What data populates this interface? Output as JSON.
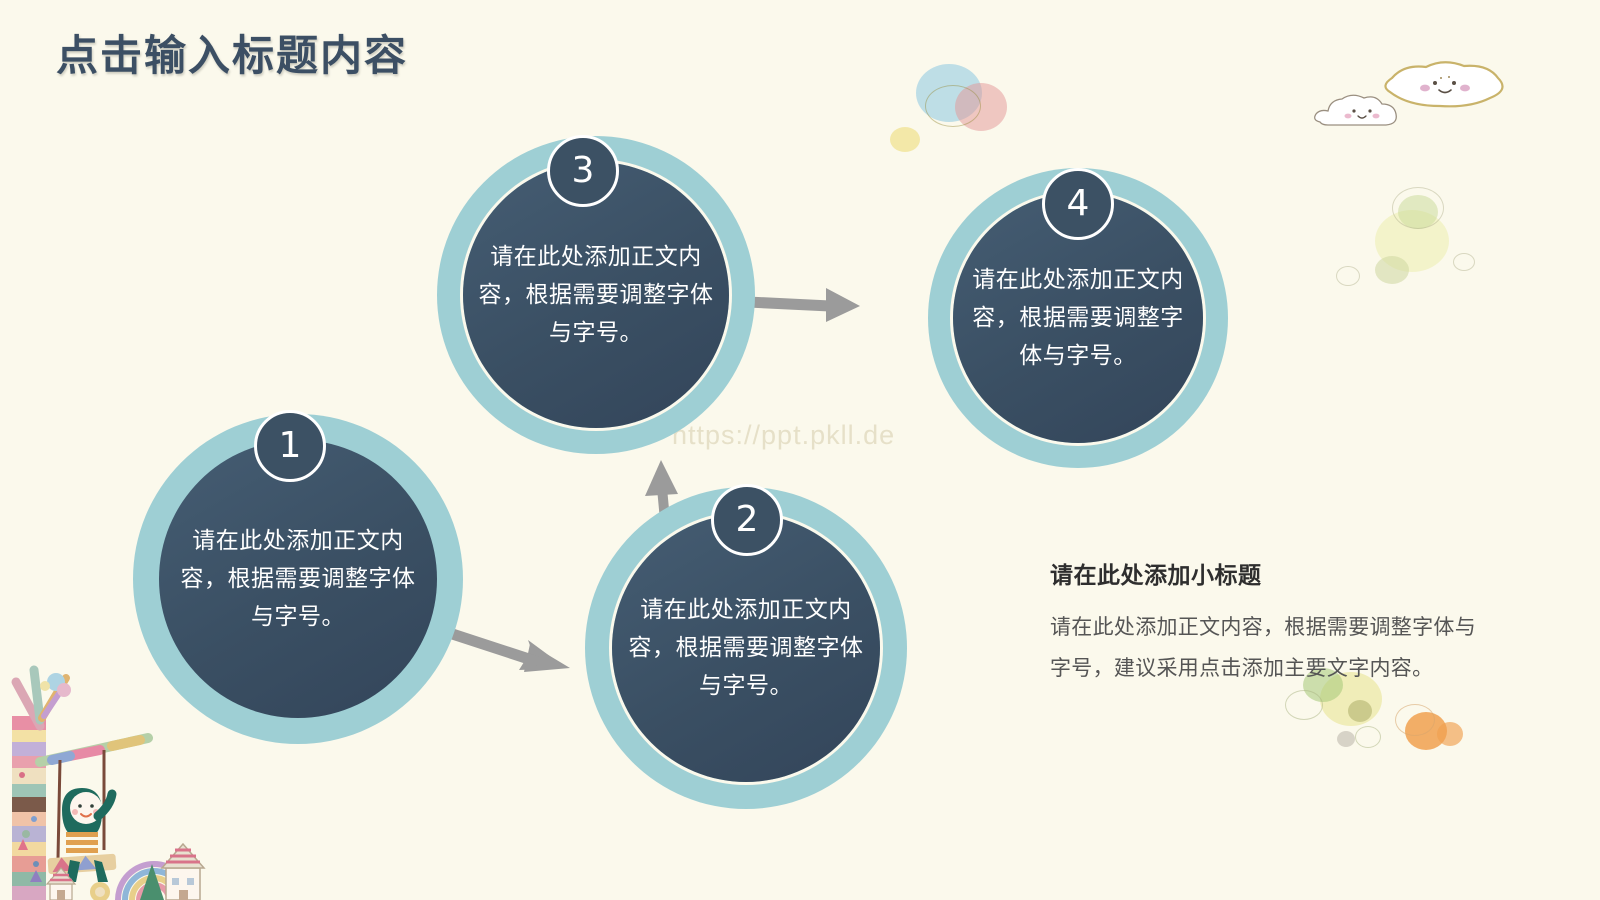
{
  "slide": {
    "background_color": "#fbf9ec",
    "title": "点击输入标题内容",
    "watermark": "https://ppt.pkll.de"
  },
  "palette": {
    "title_color": "#3c4f64",
    "ring_teal": "#9ecfd4",
    "circle_dark": "#3a4f63",
    "arrow_gray": "#9b9b9b",
    "heading_color": "#2e2e2e",
    "body_color": "#555555",
    "watermark_color": "#e6e0c8"
  },
  "nodes": [
    {
      "number": "1",
      "text": "请在此处添加正文内容，根据需要调整字体与字号。",
      "name": "node-1"
    },
    {
      "number": "2",
      "text": "请在此处添加正文内容，根据需要调整字体与字号。",
      "name": "node-2"
    },
    {
      "number": "3",
      "text": "请在此处添加正文内容，根据需要调整字体与字号。",
      "name": "node-3"
    },
    {
      "number": "4",
      "text": "请在此处添加正文内容，根据需要调整字体与字号。",
      "name": "node-4"
    }
  ],
  "arrows": [
    {
      "name": "arrow-1-to-2",
      "direction": "down-right"
    },
    {
      "name": "arrow-2-to-3",
      "direction": "up"
    },
    {
      "name": "arrow-3-to-4",
      "direction": "right"
    }
  ],
  "side_block": {
    "heading": "请在此处添加小标题",
    "body": "请在此处添加正文内容，根据需要调整字体与字号，建议采用点击添加主要文字内容。"
  },
  "decorations": {
    "clouds": [
      "smiling-cloud-small",
      "smiling-cloud-large"
    ],
    "illustration": "patchwork-tree-with-child-on-swing"
  }
}
